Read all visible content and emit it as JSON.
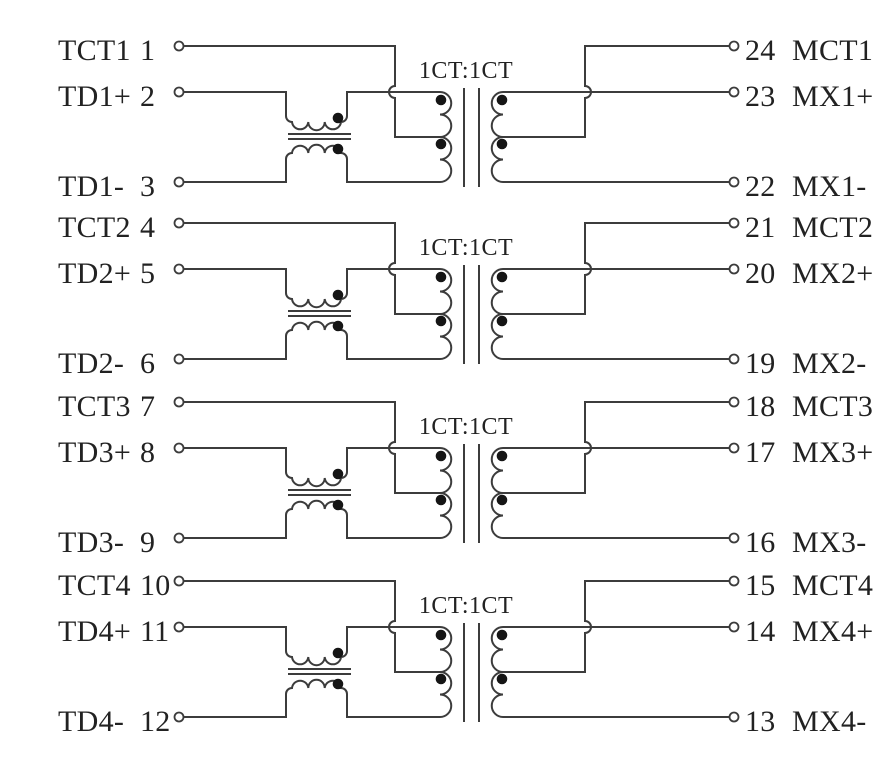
{
  "diagram": {
    "type": "schematic",
    "description": "4-channel 1CT:1CT transformer with common-mode choke pinout diagram",
    "colors": {
      "background": "#ffffff",
      "line": "#3c3c3c",
      "text": "#222222",
      "dot": "#151515"
    },
    "channels": [
      {
        "ratio_label": "1CT:1CT",
        "left_pins": [
          {
            "name": "TCT1",
            "pin": "1"
          },
          {
            "name": "TD1+",
            "pin": "2"
          },
          {
            "name": "TD1-",
            "pin": "3"
          }
        ],
        "right_pins": [
          {
            "pin": "24",
            "name": "MCT1"
          },
          {
            "pin": "23",
            "name": "MX1+"
          },
          {
            "pin": "22",
            "name": "MX1-"
          }
        ]
      },
      {
        "ratio_label": "1CT:1CT",
        "left_pins": [
          {
            "name": "TCT2",
            "pin": "4"
          },
          {
            "name": "TD2+",
            "pin": "5"
          },
          {
            "name": "TD2-",
            "pin": "6"
          }
        ],
        "right_pins": [
          {
            "pin": "21",
            "name": "MCT2"
          },
          {
            "pin": "20",
            "name": "MX2+"
          },
          {
            "pin": "19",
            "name": "MX2-"
          }
        ]
      },
      {
        "ratio_label": "1CT:1CT",
        "left_pins": [
          {
            "name": "TCT3",
            "pin": "7"
          },
          {
            "name": "TD3+",
            "pin": "8"
          },
          {
            "name": "TD3-",
            "pin": "9"
          }
        ],
        "right_pins": [
          {
            "pin": "18",
            "name": "MCT3"
          },
          {
            "pin": "17",
            "name": "MX3+"
          },
          {
            "pin": "16",
            "name": "MX3-"
          }
        ]
      },
      {
        "ratio_label": "1CT:1CT",
        "left_pins": [
          {
            "name": "TCT4",
            "pin": "10"
          },
          {
            "name": "TD4+",
            "pin": "11"
          },
          {
            "name": "TD4-",
            "pin": "12"
          }
        ],
        "right_pins": [
          {
            "pin": "15",
            "name": "MCT4"
          },
          {
            "pin": "14",
            "name": "MX4+"
          },
          {
            "pin": "13",
            "name": "MX4-"
          }
        ]
      }
    ]
  }
}
